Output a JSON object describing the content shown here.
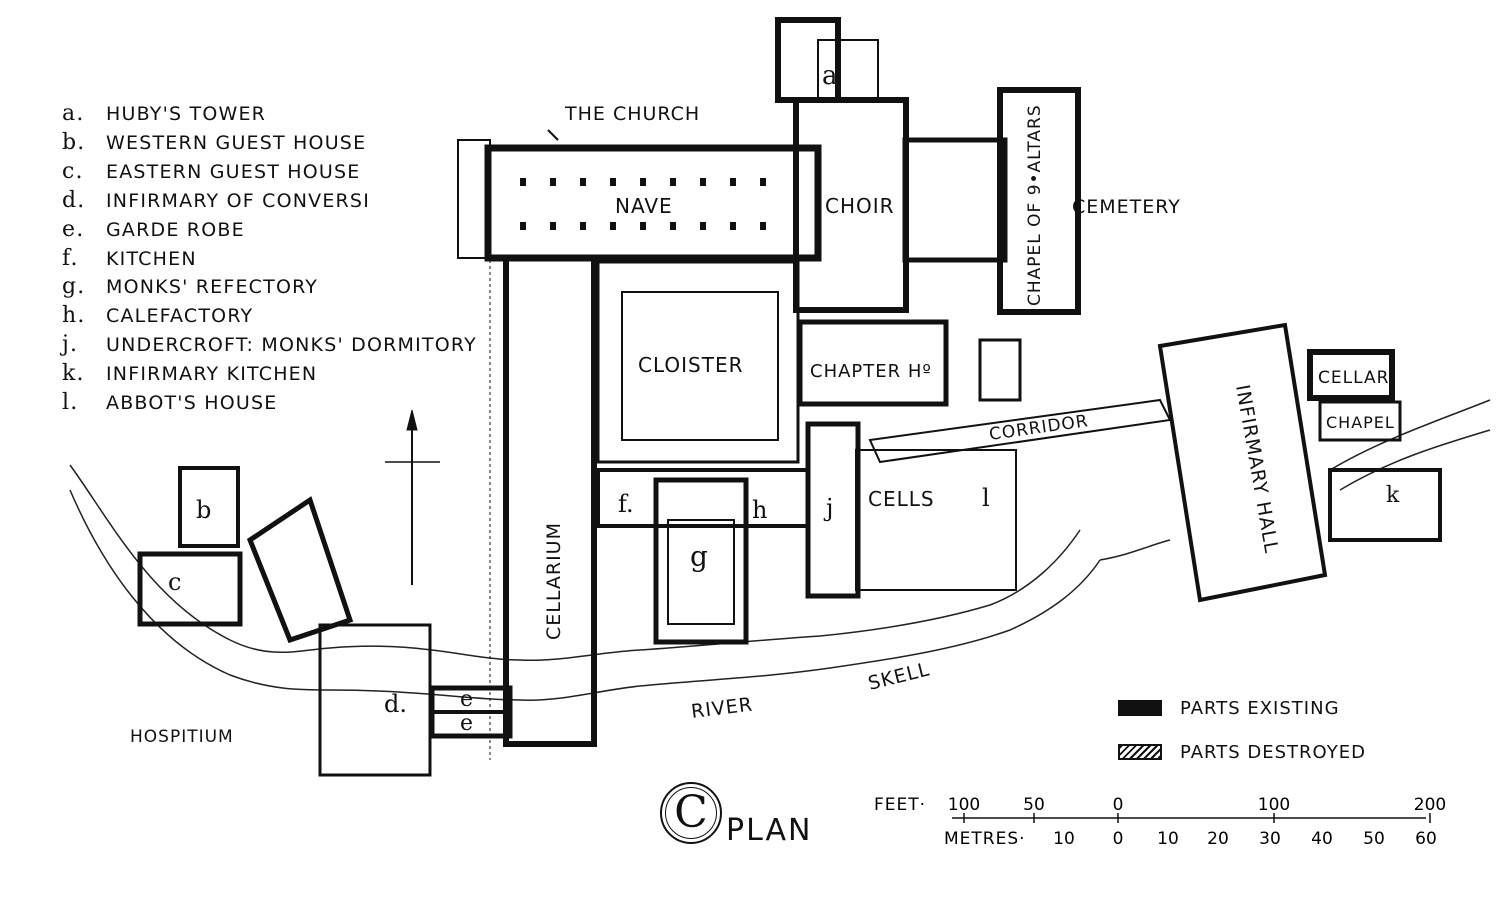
{
  "key": [
    {
      "letter": "a.",
      "text": "HUBY'S TOWER"
    },
    {
      "letter": "b.",
      "text": "WESTERN GUEST HOUSE"
    },
    {
      "letter": "c.",
      "text": "EASTERN GUEST HOUSE"
    },
    {
      "letter": "d.",
      "text": "INFIRMARY OF CONVERSI"
    },
    {
      "letter": "e.",
      "text": "GARDE ROBE"
    },
    {
      "letter": "f.",
      "text": "KITCHEN"
    },
    {
      "letter": "g.",
      "text": "MONKS' REFECTORY"
    },
    {
      "letter": "h.",
      "text": "CALEFACTORY"
    },
    {
      "letter": "j.",
      "text": "UNDERCROFT: MONKS' DORMITORY"
    },
    {
      "letter": "k.",
      "text": "INFIRMARY KITCHEN"
    },
    {
      "letter": "l.",
      "text": "ABBOT'S HOUSE"
    }
  ],
  "labels": {
    "church": "THE CHURCH",
    "nave": "NAVE",
    "choir": "CHOIR",
    "chapel_altars": "CHAPEL OF 9•ALTARS",
    "cemetery": "CEMETERY",
    "cloister": "CLOISTER",
    "chapter": "CHAPTER Hº",
    "cellarium": "CELLARIUM",
    "corridor": "CORRIDOR",
    "cells": "CELLS",
    "infirmary_hall": "INFIRMARY HALL",
    "cellar": "CELLAR",
    "chapel": "CHAPEL",
    "hospitium": "HOSPITIUM",
    "river": "RIVER",
    "skell": "SKELL",
    "a": "a",
    "b": "b",
    "c": "c",
    "d": "d.",
    "e1": "e",
    "e2": "e",
    "f": "f.",
    "g": "g",
    "h": "h",
    "j": "j",
    "k": "k",
    "l": "l"
  },
  "legend": {
    "existing": "PARTS EXISTING",
    "destroyed": "PARTS DESTROYED"
  },
  "title": {
    "mark": "C",
    "word": "PLAN"
  },
  "scale": {
    "feet_label": "FEET·",
    "feet_ticks": [
      "100",
      "50",
      "0",
      "100",
      "200"
    ],
    "metres_label": "METRES·",
    "metres_ticks": [
      "10",
      "0",
      "10",
      "20",
      "30",
      "40",
      "50",
      "60"
    ]
  }
}
